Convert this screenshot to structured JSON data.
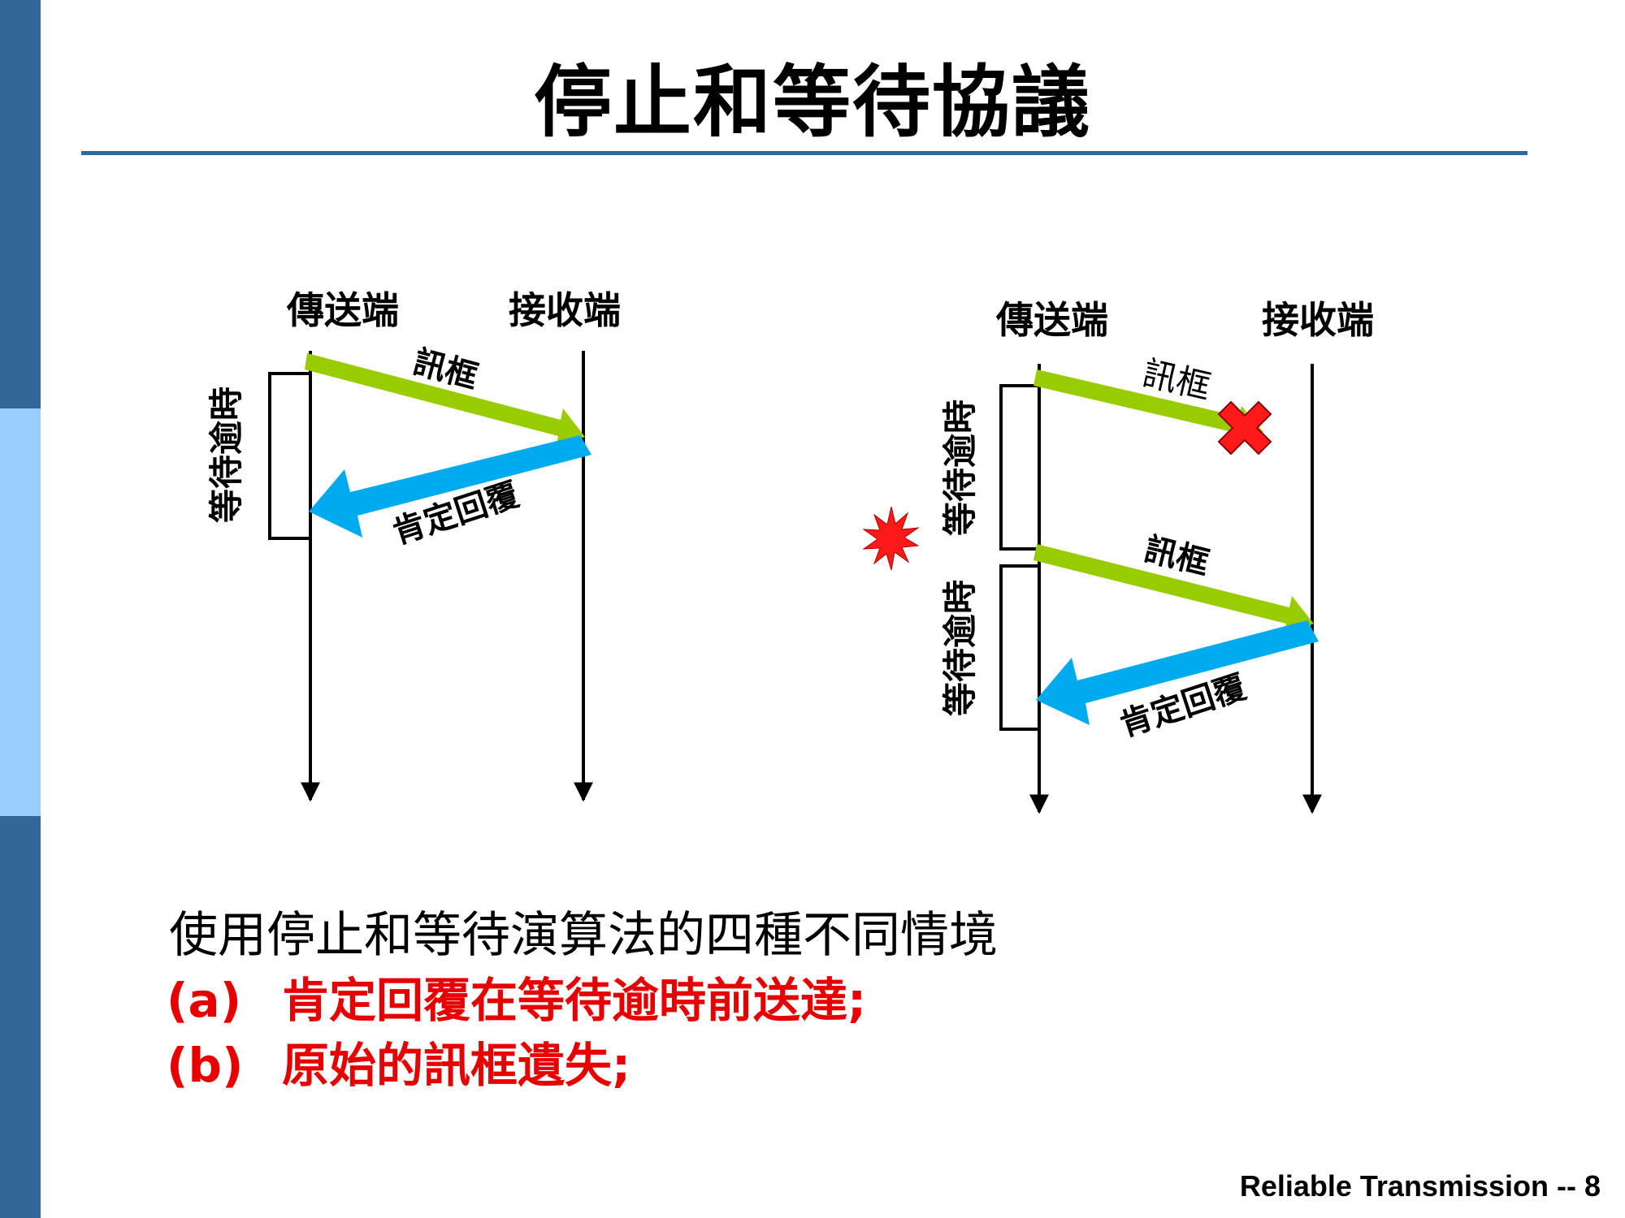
{
  "slide": {
    "title": "停止和等待協議",
    "footer": "Reliable Transmission -- 8"
  },
  "diagram_a": {
    "sender_label": "傳送端",
    "receiver_label": "接收端",
    "frame_label": "訊框",
    "ack_label": "肯定回覆",
    "timeout_label": "等待逾時"
  },
  "diagram_b": {
    "sender_label": "傳送端",
    "receiver_label": "接收端",
    "lost_frame_label": "訊框",
    "frame_label": "訊框",
    "ack_label": "肯定回覆",
    "timeout_label_1": "等待逾時",
    "timeout_label_2": "等待逾時"
  },
  "caption": {
    "text": "使用停止和等待演算法的四種不同情境",
    "item_a_tag": "(a)",
    "item_a_text": "肯定回覆在等待逾時前送達;",
    "item_b_tag": "(b)",
    "item_b_text": "原始的訊框遺失;"
  },
  "colors": {
    "frame_arrow": "#99cc00",
    "ack_arrow": "#00aaee",
    "lost_mark": "#ff1a1a",
    "accent": "#336699",
    "highlight_text": "#e60000"
  },
  "icons": {
    "lost": "x-cross-icon",
    "timeout_event": "starburst-icon"
  }
}
